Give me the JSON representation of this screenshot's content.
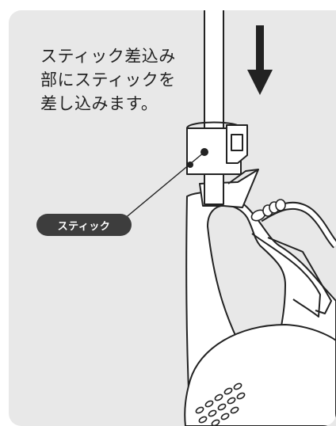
{
  "instruction": {
    "lines": [
      "スティック差込み",
      "部にスティックを",
      "差し込みます。"
    ]
  },
  "callout": {
    "label": "スティック"
  },
  "icons": {
    "arrow": "down-arrow-icon",
    "leader": "callout-leader-line"
  },
  "colors": {
    "panel_background": "#e8e8e8",
    "badge_background": "#3d3d3d",
    "outline": "#222222"
  }
}
